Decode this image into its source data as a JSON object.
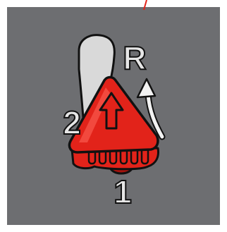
{
  "diagram": {
    "labels": {
      "rotate": "R",
      "step_two": "2",
      "step_one": "1"
    },
    "colors": {
      "background": "#6d6e71",
      "border": "#ffffff",
      "lever": "#d9d9d9",
      "outline": "#111111",
      "trigger": "#e2231a",
      "trigger_dark": "#a5120c",
      "highlight": "#ff6a5c",
      "arrow": "#f2f2f2",
      "label_fill": "#e6e6e6",
      "accent_line": "#e2231a"
    },
    "icons": {
      "lever": "lever-icon",
      "trigger": "triangle-trigger-icon",
      "arrow_up": "arrow-up-icon",
      "rotation_arrow": "rotation-arrow-icon"
    }
  }
}
